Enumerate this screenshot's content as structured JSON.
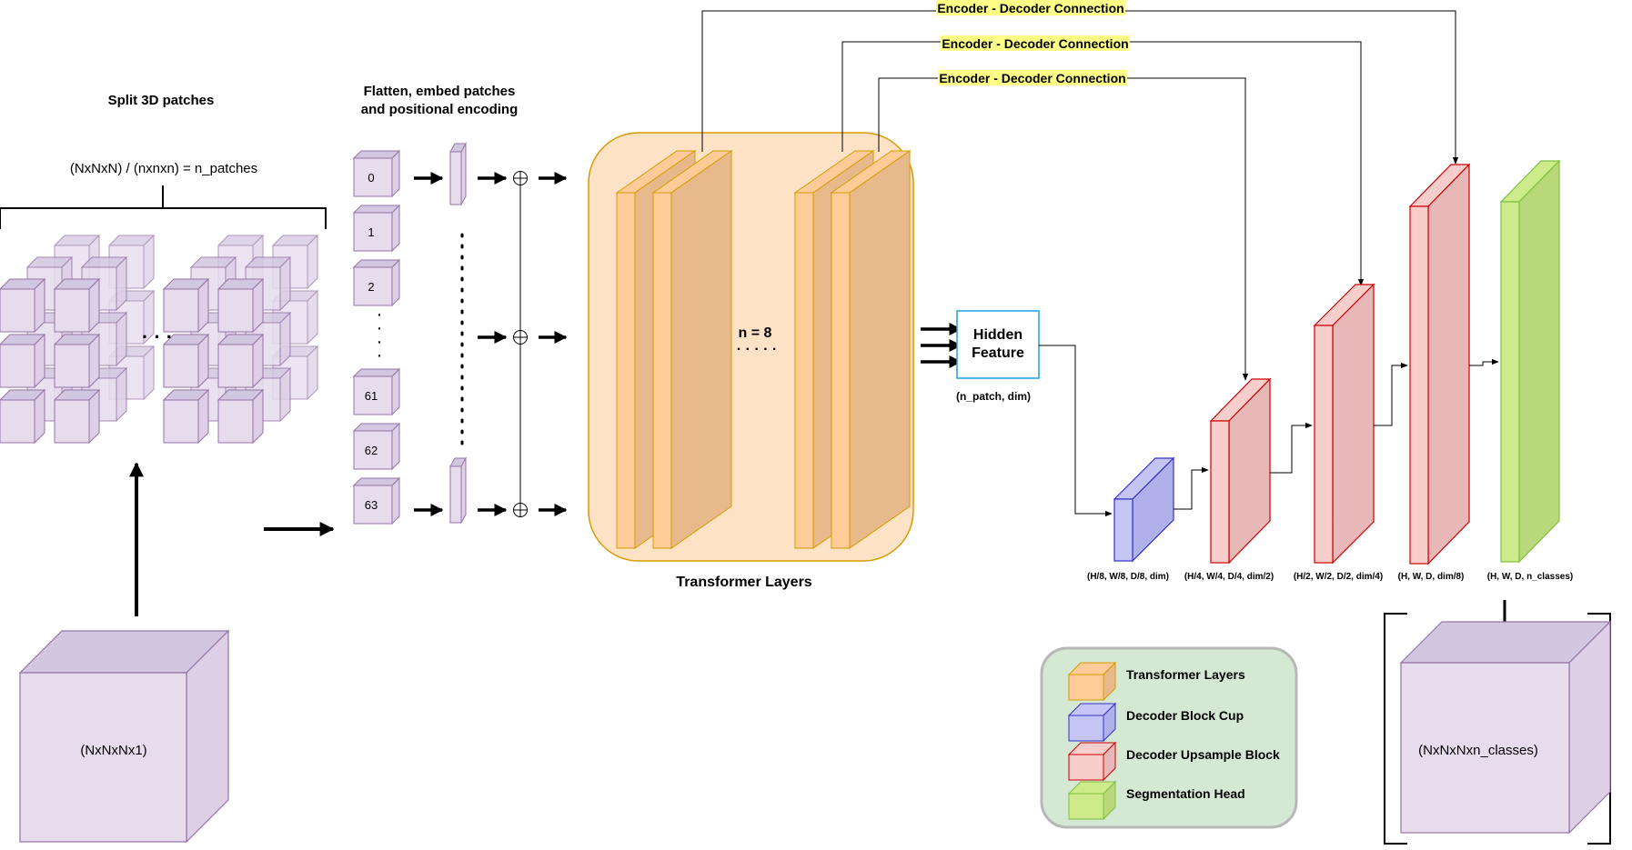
{
  "labels": {
    "split_title": "Split 3D patches",
    "split_formula": "(NxNxN) / (nxnxn) = n_patches",
    "flatten_line1": "Flatten, embed patches",
    "flatten_line2": "and positional encoding",
    "input_volume": "(NxNxNx1)",
    "output_volume": "(NxNxNxn_classes)",
    "transformer_caption": "Transformer Layers",
    "n_layers": "n = 8",
    "hidden_line1": "Hidden",
    "hidden_line2": "Feature",
    "hidden_shape": "(n_patch, dim)",
    "ellipsis": "· · ·",
    "dots": "· · · · ·"
  },
  "patch_indices": [
    "0",
    "1",
    "2",
    "61",
    "62",
    "63"
  ],
  "skip_connections": [
    "Encoder - Decoder Connection",
    "Encoder - Decoder Connection",
    "Encoder - Decoder Connection"
  ],
  "decoder_shapes": [
    "(H/8, W/8, D/8, dim)",
    "(H/4, W/4, D/4, dim/2)",
    "(H/2, W/2, D/2, dim/4)",
    "(H, W, D, dim/8)",
    "(H, W, D, n_classes)"
  ],
  "legend": [
    {
      "label": "Transformer Layers",
      "front": "#ffcc99",
      "side": "#e8b98a",
      "stroke": "#d79b00"
    },
    {
      "label": "Decoder Block Cup",
      "front": "#c4c4f5",
      "side": "#b0b0ea",
      "stroke": "#3333cc"
    },
    {
      "label": "Decoder Upsample Block",
      "front": "#f8cecc",
      "side": "#e8b8b8",
      "stroke": "#cc0000"
    },
    {
      "label": "Segmentation Head",
      "front": "#cdeb8b",
      "side": "#b8d87a",
      "stroke": "#7fbf3f"
    }
  ],
  "colors": {
    "patch_front": "#e6dcee",
    "patch_top": "#d2c7e0",
    "patch_side": "#dccfe6",
    "patch_stroke": "#9673a6",
    "transformer_bg": "#fde2c5",
    "transformer_stroke": "#d79b00",
    "legend_bg": "#d5e8d4",
    "highlight": "#ffff88",
    "hidden_stroke": "#1ba1e2"
  }
}
